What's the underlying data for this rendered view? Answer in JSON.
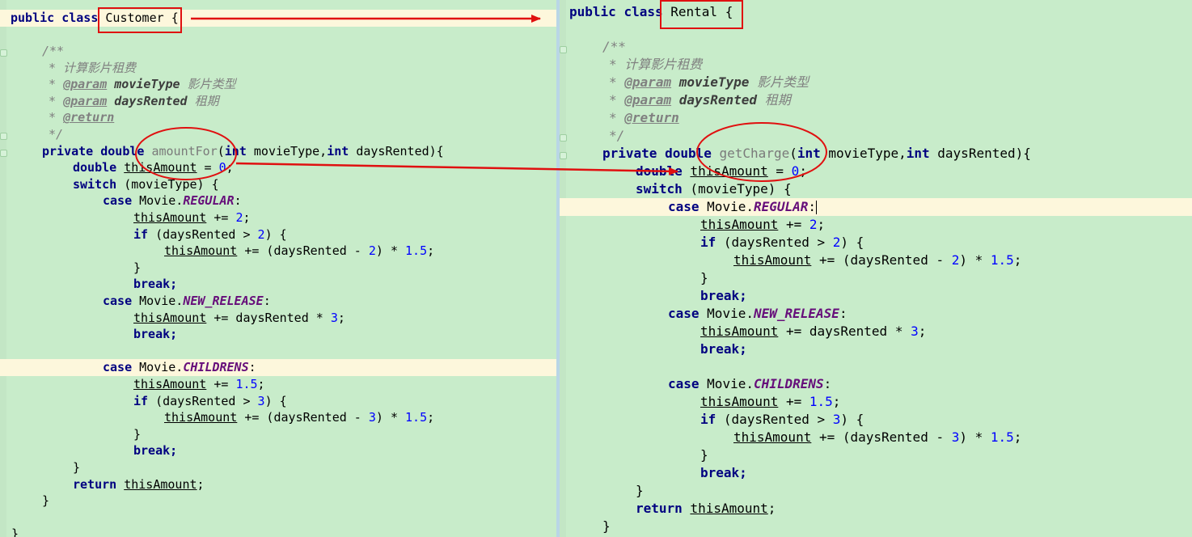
{
  "left": {
    "class_header": {
      "k1": "public",
      "k2": "class",
      "name": "Customer",
      "brace": "{"
    },
    "doc": {
      "open": "/**",
      "desc": "* 计算影片租费",
      "star": "*",
      "param_tag": "@param",
      "p1": "movieType",
      "p1_desc": "影片类型",
      "p2": "daysRented",
      "p2_desc": "租期",
      "return_tag": "@return",
      "close": "*/"
    },
    "sig": {
      "k1": "private",
      "k2": "double",
      "method": "amountFor",
      "open": "(",
      "t1": "int",
      "a1": "movieType,",
      "t2": "int",
      "a2": "daysRented){"
    },
    "l1": {
      "type": "double",
      "var": "thisAmount",
      "rest": " = ",
      "num": "0",
      "end": ";"
    },
    "l2": {
      "kw": "switch",
      "rest": " (movieType) {"
    },
    "case1": {
      "kw": "case",
      "cls": "Movie.",
      "konst": "REGULAR",
      "colon": ":"
    },
    "c1a": {
      "var": "thisAmount",
      "op": " += ",
      "num": "2",
      "end": ";"
    },
    "c1b": {
      "kw": "if",
      "pre": " (daysRented > ",
      "num": "2",
      "post": ") {"
    },
    "c1c": {
      "var": "thisAmount",
      "pre": " += (daysRented - ",
      "n1": "2",
      "mid": ") * ",
      "n2": "1.5",
      "end": ";"
    },
    "close1": "}",
    "brk": "break;",
    "case2": {
      "kw": "case",
      "cls": "Movie.",
      "konst": "NEW_RELEASE",
      "colon": ":"
    },
    "c2a": {
      "var": "thisAmount",
      "pre": " += daysRented * ",
      "num": "3",
      "end": ";"
    },
    "case3": {
      "kw": "case",
      "cls": "Movie.",
      "konst": "CHILDRENS",
      "colon": ":"
    },
    "c3a": {
      "var": "thisAmount",
      "op": " += ",
      "num": "1.5",
      "end": ";"
    },
    "c3b": {
      "kw": "if",
      "pre": " (daysRented > ",
      "num": "3",
      "post": ") {"
    },
    "c3c": {
      "var": "thisAmount",
      "pre": " += (daysRented - ",
      "n1": "3",
      "mid": ") * ",
      "n2": "1.5",
      "end": ";"
    },
    "ret": {
      "kw": "return",
      "var": "thisAmount",
      "end": ";"
    },
    "brace": "}"
  },
  "right": {
    "class_header": {
      "k1": "public",
      "k2": "class",
      "name": "Rental",
      "brace": "{"
    },
    "sig": {
      "k1": "private",
      "k2": "double",
      "method": "getCharge",
      "open": "(",
      "t1": "int",
      "a1": "movieType,",
      "t2": "int",
      "a2": "daysRented){"
    }
  },
  "colors": {
    "editor_bg": "#c8ecca",
    "keyword": "#000080",
    "number": "#0000ff",
    "comment": "#808080",
    "constant": "#660e7a",
    "annotation": "#ff0000"
  }
}
